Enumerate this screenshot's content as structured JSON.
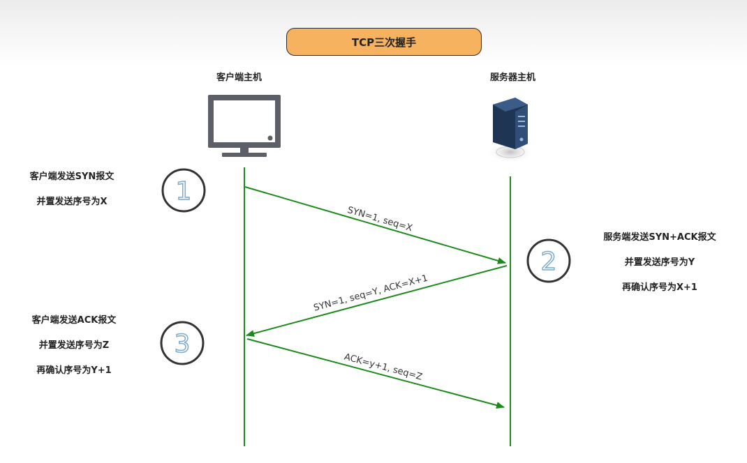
{
  "title": "TCP三次握手",
  "client": {
    "label": "客户端主机",
    "icon": "monitor-icon"
  },
  "server": {
    "label": "服务器主机",
    "icon": "server-icon"
  },
  "steps": [
    {
      "number": "1",
      "lines": [
        "客户端发送SYN报文",
        "并置发送序号为X"
      ]
    },
    {
      "number": "2",
      "lines": [
        "服务端发送SYN+ACK报文",
        "并置发送序号为Y",
        "再确认序号为X+1"
      ]
    },
    {
      "number": "3",
      "lines": [
        "客户端发送ACK报文",
        "并置发送序号为Z",
        "再确认序号为Y+1"
      ]
    }
  ],
  "messages": [
    {
      "label": "SYN=1, seq=X",
      "direction": "client-to-server"
    },
    {
      "label": "SYN=1, seq=Y, ACK=X+1",
      "direction": "server-to-client"
    },
    {
      "label": "ACK=y+1, seq=Z",
      "direction": "client-to-server"
    }
  ],
  "colors": {
    "title_fill": "#f7b25f",
    "lifeline": "#1a8a1a",
    "arrow": "#1a8a1a",
    "step_digit": "#8ab8d8",
    "monitor": "#5c5f66",
    "server": "#2d4a6e"
  }
}
